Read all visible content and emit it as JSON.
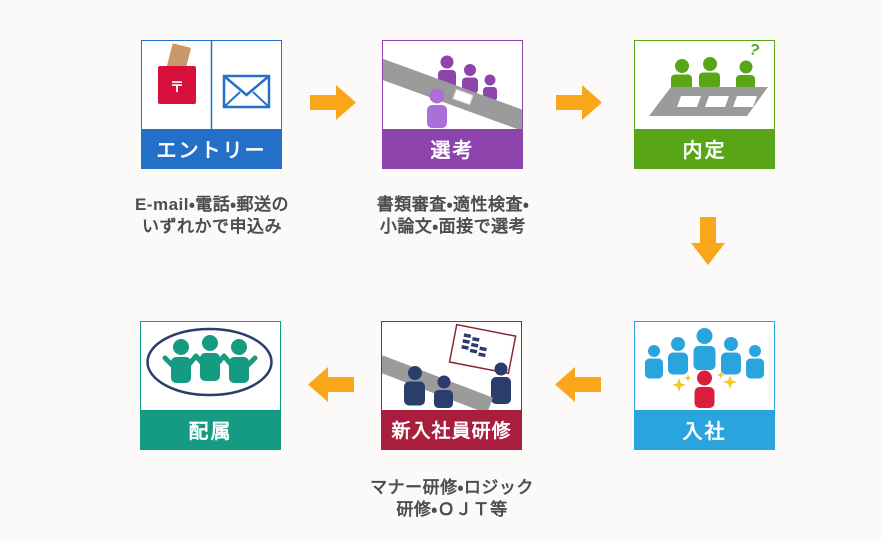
{
  "palette": {
    "pageBg": "#FBFAF8",
    "entry": "#2470C8",
    "selection": "#8E44AD",
    "selectionLight": "#AC6FD8",
    "offer": "#58A618",
    "join": "#29A4DC",
    "joinRed": "#DC1E3C",
    "training": "#A81E3C",
    "assignment": "#149B82",
    "navy": "#2B3D6B",
    "tableGray": "#9B9B9B",
    "envelopeTan": "#C9996B",
    "postboxRed": "#D6103A",
    "sparkYellow": "#F7C71F",
    "arrow": "#F9A61B",
    "boardBorder": "#8F2433",
    "textGray": "#4D4D4D"
  },
  "steps": [
    {
      "id": "entry",
      "label": "エントリー",
      "icon": "postbox-envelope-icon",
      "desc_line1": "E-mail・電話・郵送の",
      "desc_line2": "いずれかで申込み"
    },
    {
      "id": "selection",
      "label": "選考",
      "icon": "interview-table-icon",
      "desc_line1": "書類審査・適性検査・",
      "desc_line2": "小論文・面接で選考"
    },
    {
      "id": "offer",
      "label": "内定",
      "icon": "offer-meeting-icon"
    },
    {
      "id": "join",
      "label": "入社",
      "icon": "welcome-people-icon"
    },
    {
      "id": "training",
      "label": "新入社員研修",
      "icon": "training-presentation-icon",
      "desc_line1": "マナー研修・ロジック",
      "desc_line2": "研修・ＯＪＴ等"
    },
    {
      "id": "assignment",
      "label": "配属",
      "icon": "team-circle-icon"
    }
  ]
}
